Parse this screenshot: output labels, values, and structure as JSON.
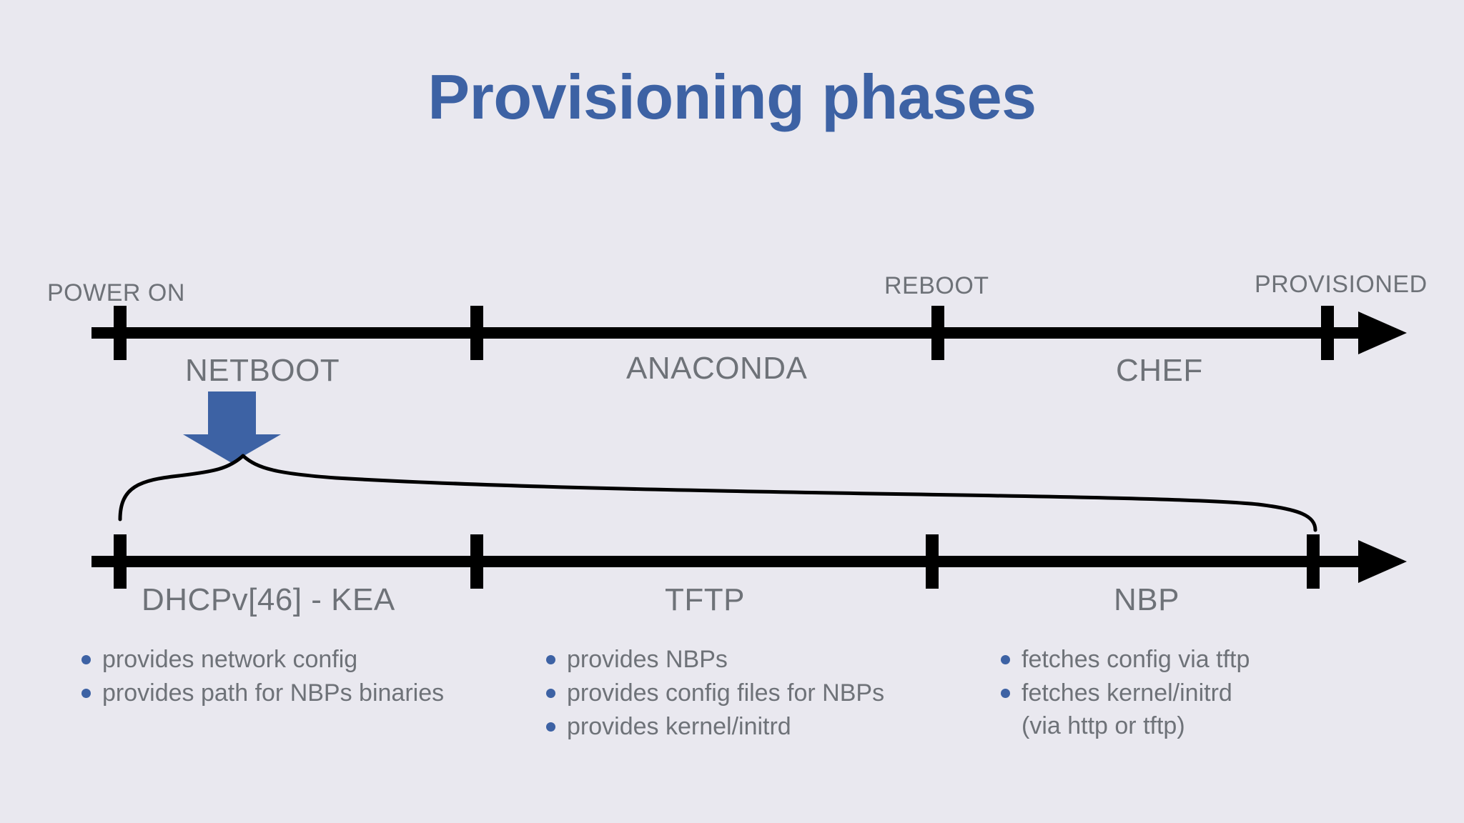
{
  "slide": {
    "title": "Provisioning phases",
    "background_color": "#e9e8ef",
    "accent_color": "#3d62a4",
    "label_color": "#6e7278",
    "line_color": "#000000"
  },
  "timeline_top": {
    "name": "provisioning-phases-timeline",
    "milestones": [
      {
        "label": "POWER ON"
      },
      {
        "label": "REBOOT"
      },
      {
        "label": "PROVISIONED"
      }
    ],
    "phases": [
      {
        "label": "NETBOOT"
      },
      {
        "label": "ANACONDA"
      },
      {
        "label": "CHEF"
      }
    ]
  },
  "callout": {
    "arrow_name": "netboot-drilldown-arrow",
    "arrow_color": "#3d62a4",
    "brace_name": "netboot-detail-brace"
  },
  "timeline_bottom": {
    "name": "netboot-detail-timeline",
    "phases": [
      {
        "label": "DHCPv[46] - KEA"
      },
      {
        "label": "TFTP"
      },
      {
        "label": "NBP"
      }
    ]
  },
  "detail_columns": [
    {
      "key": "dhcp",
      "bullets": [
        {
          "text": "provides network config"
        },
        {
          "text": "provides path for NBPs binaries"
        }
      ]
    },
    {
      "key": "tftp",
      "bullets": [
        {
          "text": "provides NBPs"
        },
        {
          "text": "provides config files for NBPs"
        },
        {
          "text": "provides kernel/initrd"
        }
      ]
    },
    {
      "key": "nbp",
      "bullets": [
        {
          "text": "fetches config via tftp"
        },
        {
          "text": "fetches kernel/initrd",
          "sub": "(via http or tftp)"
        }
      ]
    }
  ]
}
